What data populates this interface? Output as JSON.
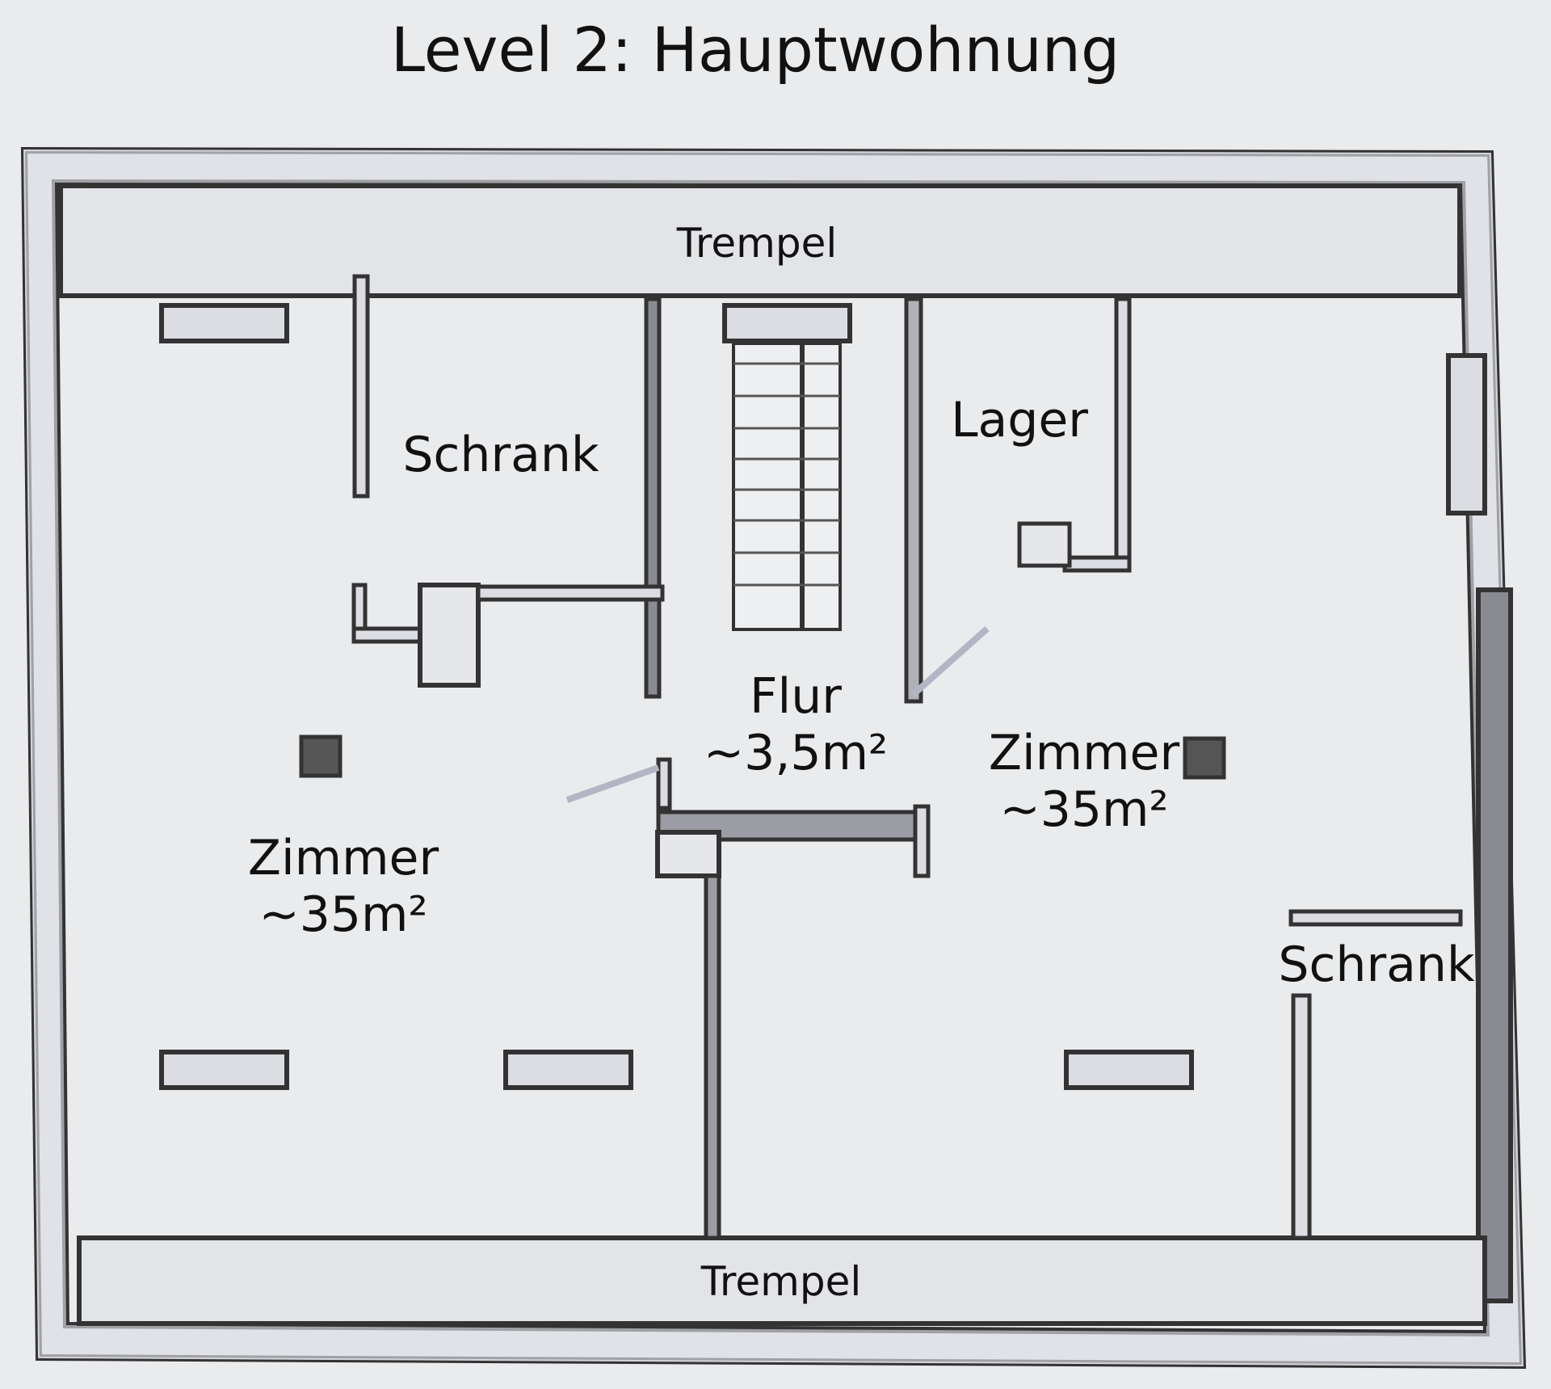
{
  "title": "Level 2: Hauptwohnung",
  "colors": {
    "background": "#eaebed",
    "wall_outline": "#333333",
    "wall_fill": "#dcdde3",
    "band_fill": "#e3e4e8",
    "pillar": "#555555",
    "door_swing": "#b4b5c4"
  },
  "bands": {
    "top": "Trempel",
    "bottom": "Trempel"
  },
  "rooms": {
    "schrank_top": "Schrank",
    "lager": "Lager",
    "flur_name": "Flur",
    "flur_area": "~3,5m²",
    "zimmer_left_name": "Zimmer",
    "zimmer_left_area": "~35m²",
    "zimmer_right_name": "Zimmer",
    "zimmer_right_area": "~35m²",
    "schrank_right": "Schrank"
  }
}
